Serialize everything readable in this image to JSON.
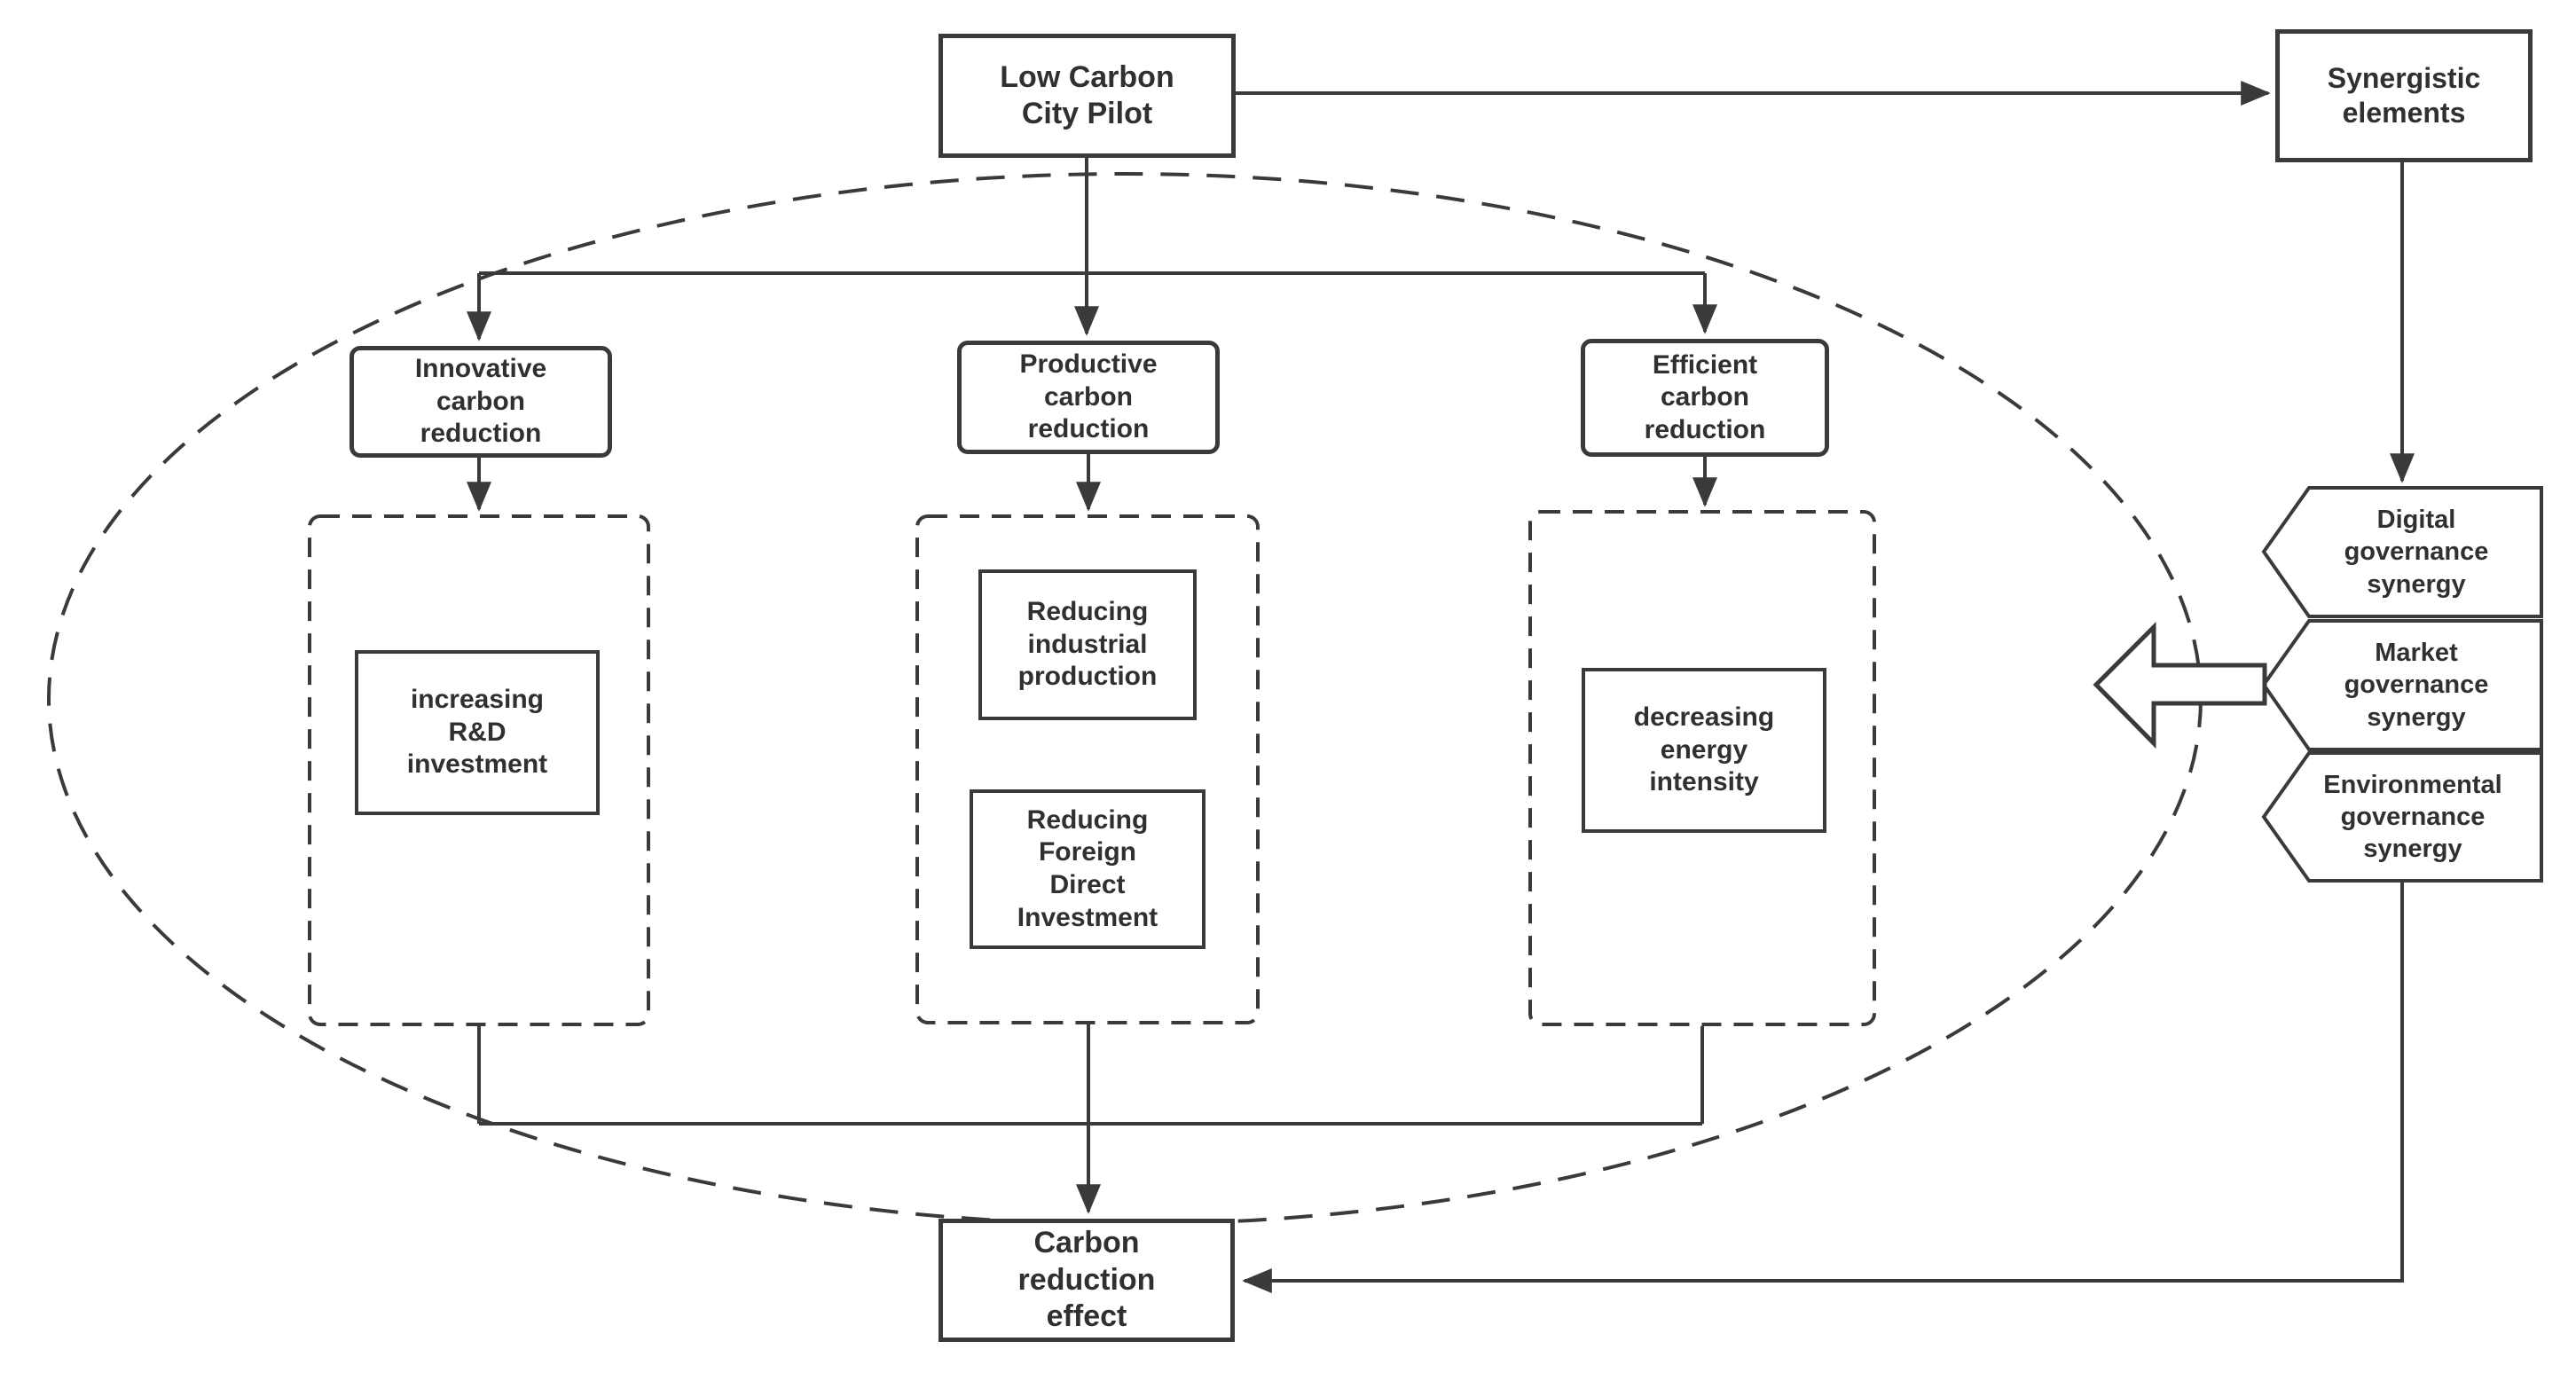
{
  "diagram": {
    "title": "Low Carbon City Pilot carbon-reduction mechanism diagram",
    "nodes": {
      "low_carbon_pilot": "Low Carbon\nCity Pilot",
      "synergistic_elements": "Synergistic\nelements",
      "innovative_carbon_reduction": "Innovative\ncarbon\nreduction",
      "productive_carbon_reduction": "Productive\ncarbon\nreduction",
      "efficient_carbon_reduction": "Efficient\ncarbon\nreduction",
      "increasing_rd_investment": "increasing\nR&D\ninvestment",
      "reducing_industrial_production": "Reducing\nindustrial\nproduction",
      "reducing_fdi": "Reducing\nForeign\nDirect\nInvestment",
      "decreasing_energy_intensity": "decreasing\nenergy\nintensity",
      "digital_governance_synergy": "Digital\ngovernance\nsynergy",
      "market_governance_synergy": "Market\ngovernance\nsynergy",
      "environmental_governance_synergy": "Environmental\ngovernance\nsynergy",
      "carbon_reduction_effect": "Carbon\nreduction\neffect"
    },
    "colors": {
      "line": "#3a3a3a",
      "text": "#303030",
      "background": "#ffffff"
    }
  }
}
